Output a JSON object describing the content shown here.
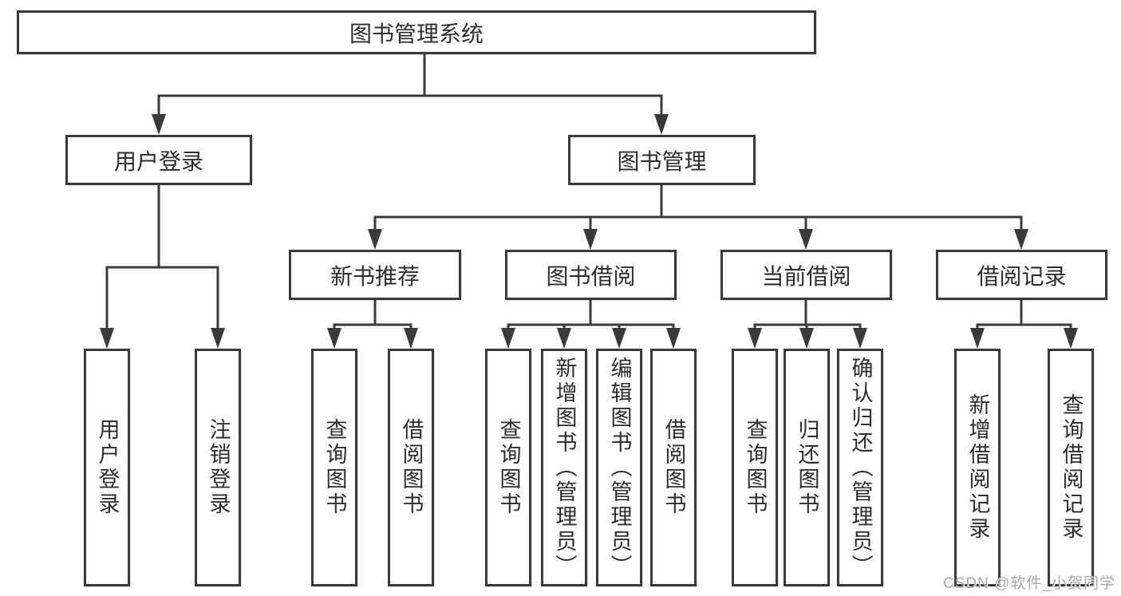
{
  "colors": {
    "line": "#3a3a3a",
    "box_border": "#3a3a3a",
    "text": "#2d2d2d",
    "watermark": "#a9a9a9",
    "background": "#ffffff"
  },
  "root": {
    "label": "图书管理系统"
  },
  "level2": {
    "user_login": {
      "label": "用户登录"
    },
    "book_management": {
      "label": "图书管理"
    }
  },
  "level3": {
    "new_book_recommend": {
      "label": "新书推荐"
    },
    "book_borrowing": {
      "label": "图书借阅"
    },
    "current_borrowing": {
      "label": "当前借阅"
    },
    "borrowing_records": {
      "label": "借阅记录"
    }
  },
  "leaves": {
    "user_login": "用户登录",
    "logout": "注销登录",
    "recommend_search_book": "查询图书",
    "recommend_borrow_book": "借阅图书",
    "borrowing_search_book": "查询图书",
    "borrowing_add_book_admin": "新增图书（管理员）",
    "borrowing_edit_book_admin": "编辑图书（管理员）",
    "borrowing_borrow_book": "借阅图书",
    "current_search_book": "查询图书",
    "current_return_book": "归还图书",
    "current_confirm_return_admin": "确认归还（管理员）",
    "records_add_record": "新增借阅记录",
    "records_search_record": "查询借阅记录"
  },
  "watermark": {
    "text": "CSDN @软件_小贺同学"
  }
}
